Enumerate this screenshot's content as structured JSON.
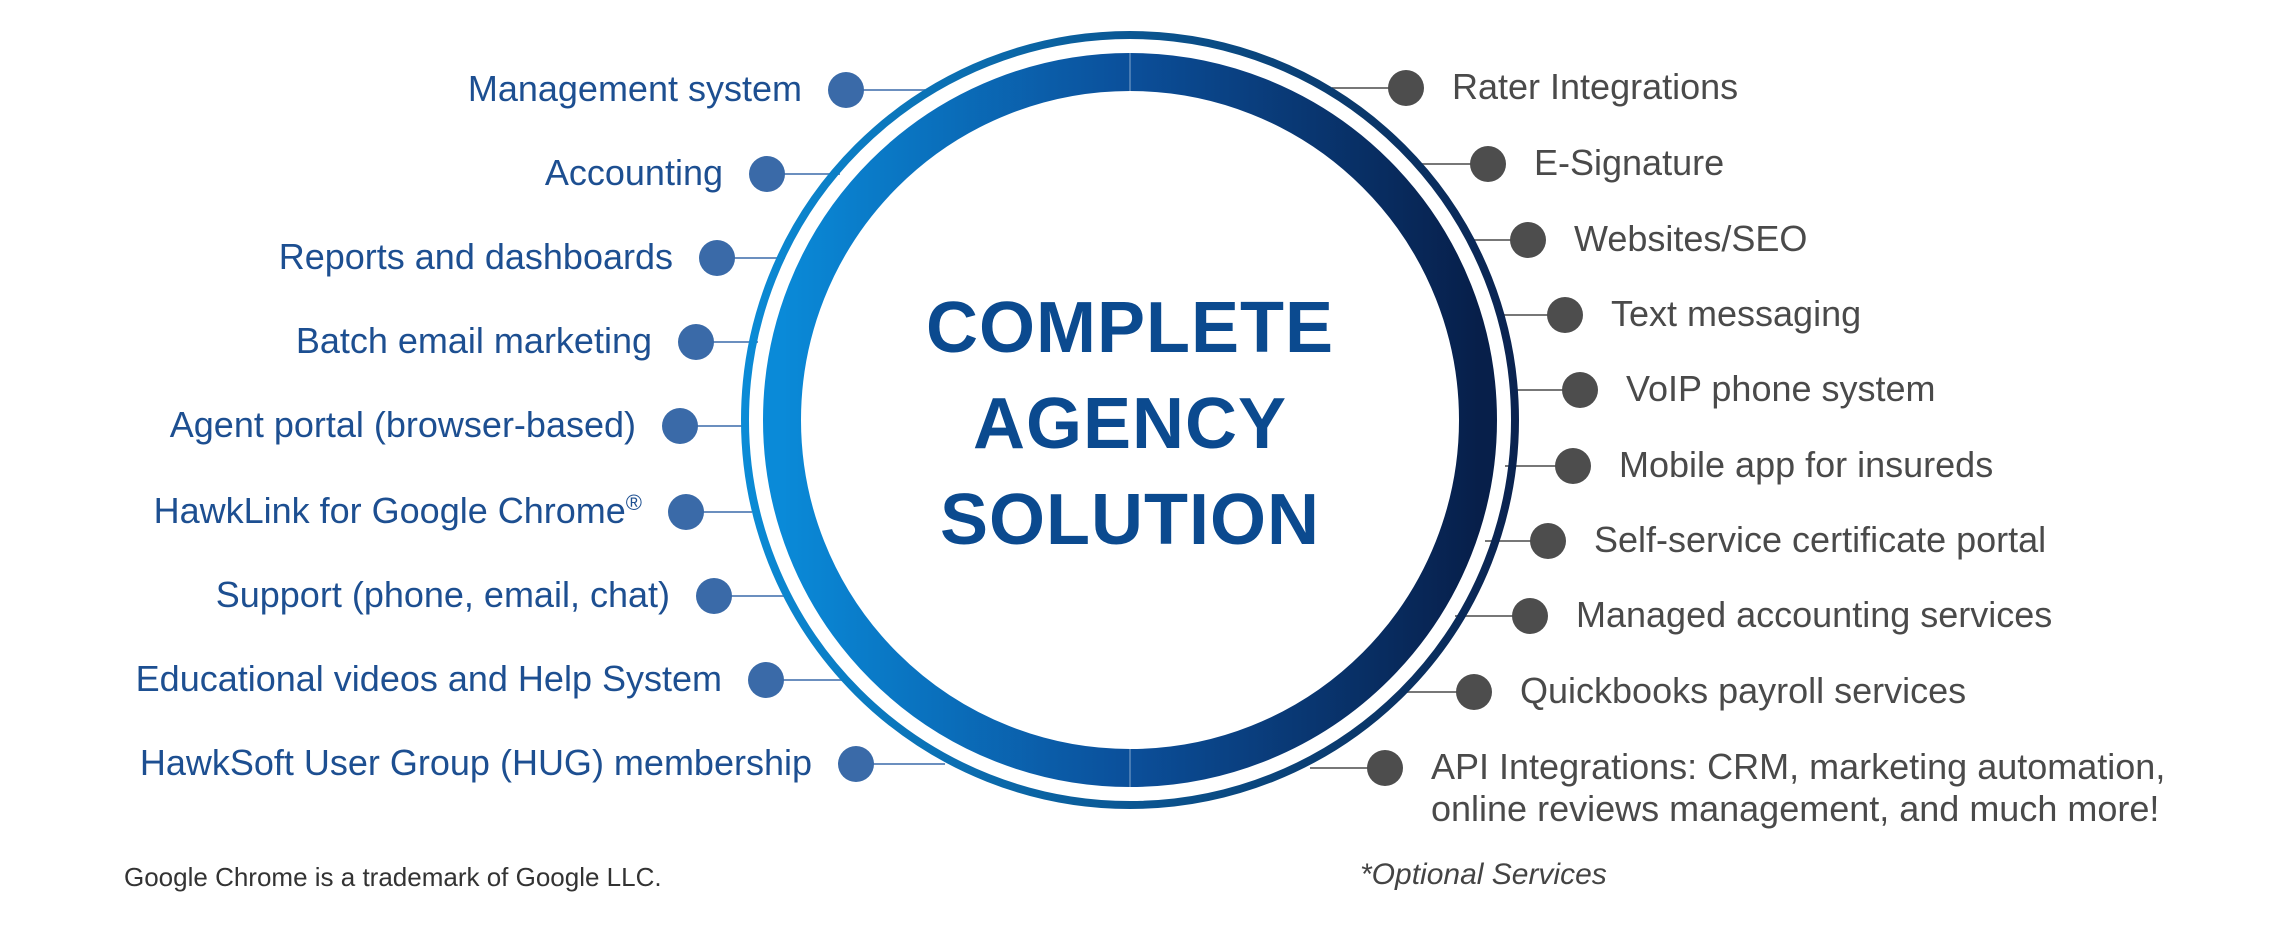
{
  "center": {
    "lines": [
      "COMPLETE",
      "AGENCY",
      "SOLUTION"
    ]
  },
  "left_items": [
    {
      "text": "Management system"
    },
    {
      "text": "Accounting"
    },
    {
      "text": "Reports and dashboards"
    },
    {
      "text": "Batch email marketing"
    },
    {
      "text": "Agent portal (browser-based)"
    },
    {
      "text": "HawkLink for Google Chrome",
      "sup": "®"
    },
    {
      "text": "Support (phone, email, chat)"
    },
    {
      "text": "Educational videos and Help System"
    },
    {
      "text": "HawkSoft User Group (HUG) membership"
    }
  ],
  "right_items": [
    {
      "text": "Rater Integrations"
    },
    {
      "text": "E-Signature"
    },
    {
      "text": "Websites/SEO"
    },
    {
      "text": "Text messaging"
    },
    {
      "text": "VoIP phone system"
    },
    {
      "text": "Mobile app for insureds"
    },
    {
      "text": "Self-service certificate portal"
    },
    {
      "text": "Managed accounting services"
    },
    {
      "text": "Quickbooks payroll services"
    },
    {
      "text": "API Integrations: CRM, marketing automation, online reviews management, and much more!"
    }
  ],
  "footnotes": {
    "trademark": "Google Chrome is a trademark of Google LLC.",
    "optional": "*Optional Services"
  },
  "colors": {
    "left_text": "#1d4f91",
    "left_dot": "#3a6aa8",
    "right_text": "#4a4a4a",
    "right_dot": "#4d4d4d",
    "ring_light": "#0b8bd6",
    "ring_dark": "#0a2350",
    "title": "#0b4a8f"
  }
}
